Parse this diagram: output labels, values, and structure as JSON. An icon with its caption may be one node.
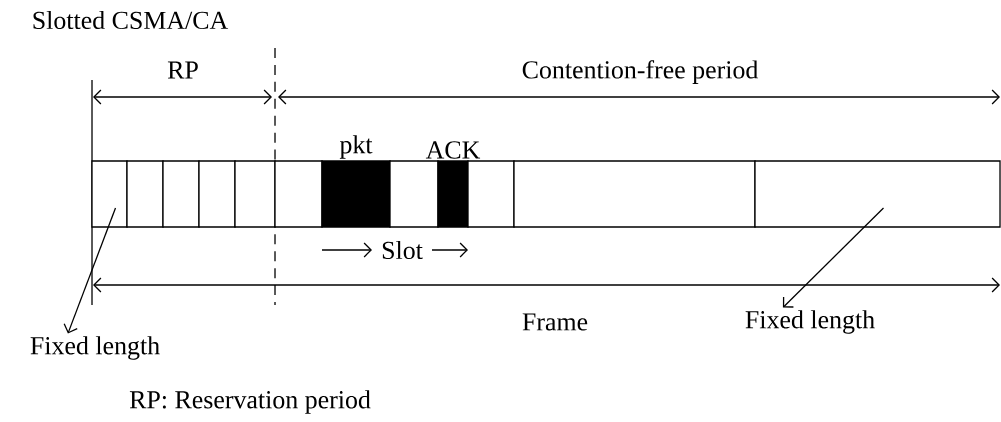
{
  "diagram": {
    "title": "Slotted CSMA/CA",
    "nodes": [
      {
        "text": [],
        "shape": "box"
      },
      {
        "text": [],
        "shape": "box"
      },
      {
        "text": [],
        "shape": "box"
      },
      {
        "text": [],
        "shape": "box"
      },
      {
        "text": [],
        "shape": "box"
      },
      {
        "text": [],
        "shape": "box"
      },
      {
        "text": [
          "pkt"
        ]
      },
      {
        "text": [],
        "shape": "box"
      },
      {
        "text": [
          "ACK"
        ]
      },
      {
        "text": [],
        "shape": "box"
      },
      {
        "text": [],
        "shape": "box"
      },
      {
        "text": [],
        "shape": "box"
      },
      {
        "text": [
          "Fixed length"
        ]
      },
      {
        "text": [
          "Fixed length"
        ]
      }
    ],
    "edges": [
      {
        "from": 0,
        "to": 12,
        "arrow": "to"
      },
      {
        "from": 11,
        "to": 13,
        "arrow": "to"
      }
    ],
    "labels": [
      "RP",
      "Contention-free period",
      "Slot",
      "Frame",
      "RP: Reservation period"
    ]
  }
}
